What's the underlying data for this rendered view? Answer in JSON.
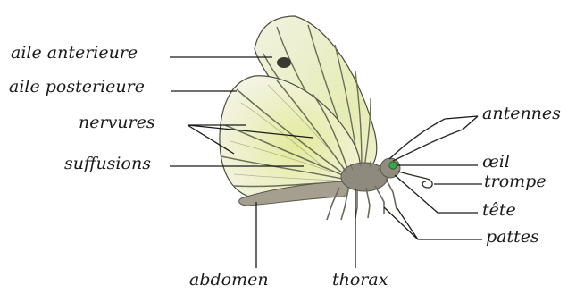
{
  "labels": {
    "aile_anterieure": "aile anterieure",
    "aile_posterieure": "aile posterieure",
    "nervures": "nervures",
    "suffusions": "suffusions",
    "antennes": "antennes",
    "oeil": "œil",
    "trompe": "trompe",
    "tete": "tête",
    "pattes": "pattes",
    "abdomen": "abdomen",
    "thorax": "thorax"
  },
  "colors": {
    "ink": "#1a1a1a",
    "wing_fill": "#eef0cf",
    "wing_yellow": "#e2e89b",
    "vein": "#6d6f56",
    "body": "#8f8a7e",
    "eye": "#3aa64a"
  }
}
